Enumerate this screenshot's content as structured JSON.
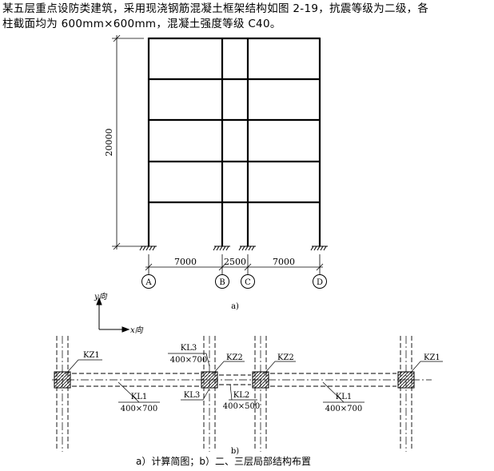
{
  "question": {
    "line1": "某五层重点设防类建筑，采用现浇钢筋混凝土框架结构如图 2-19，抗震等级为二级，各",
    "line2": "柱截面均为 600mm×600mm，混凝土强度等级 C40。"
  },
  "figure_a": {
    "height_dim": "20000",
    "spans": [
      "7000",
      "2500",
      "7000"
    ],
    "axes": [
      "A",
      "B",
      "C",
      "D"
    ],
    "label": "a)"
  },
  "figure_b": {
    "y_axis": "y向",
    "x_axis": "x向",
    "columns": [
      "KZ1",
      "KZ2",
      "KZ2",
      "KZ1"
    ],
    "beams": {
      "kl3_name": "KL3",
      "kl3_size": "400×700",
      "kl3_lower": "KL3",
      "kl1_left_name": "KL1",
      "kl1_left_size": "400×700",
      "kl2_name": "KL2",
      "kl2_size": "400×500",
      "kl1_right_name": "KL1",
      "kl1_right_size": "400×700"
    },
    "label": "b)"
  },
  "caption": "a）计算简图；b）二、三层局部结构布置"
}
